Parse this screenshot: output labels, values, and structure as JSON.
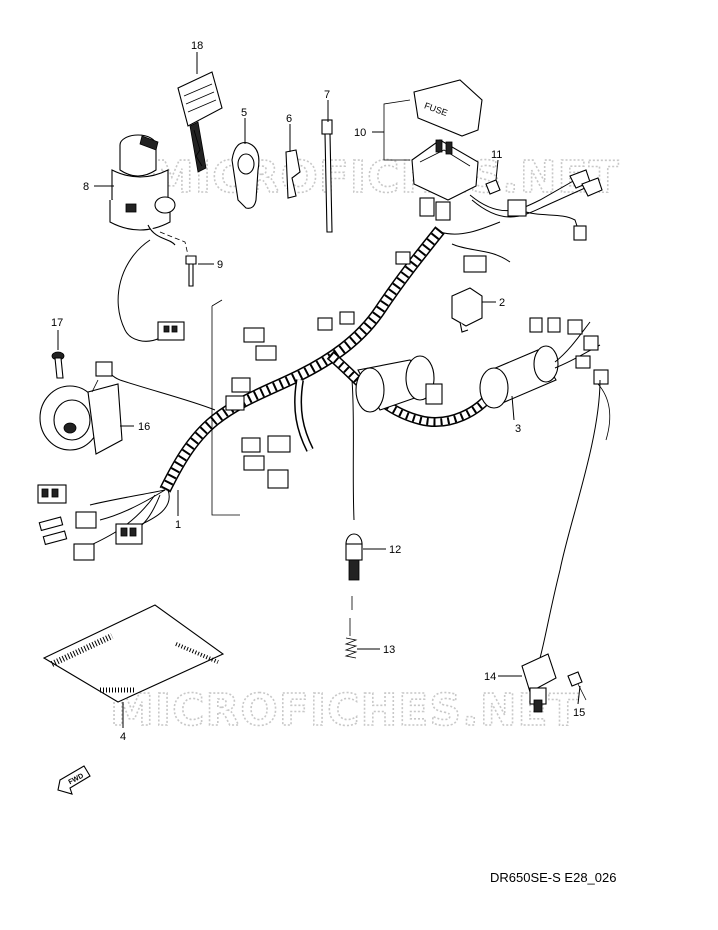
{
  "diagram": {
    "code": "DR650SE-S E28_026",
    "watermark": "MICROFICHES.NET",
    "fwd_label": "FWD",
    "callouts": [
      "1",
      "2",
      "3",
      "4",
      "5",
      "6",
      "7",
      "8",
      "9",
      "10",
      "11",
      "12",
      "13",
      "14",
      "15",
      "16",
      "17",
      "18"
    ],
    "fuse_text": "FUSE"
  }
}
